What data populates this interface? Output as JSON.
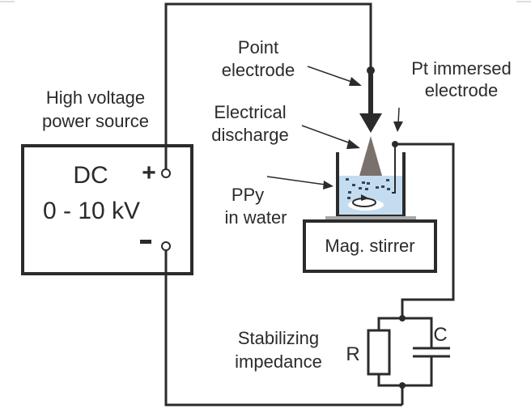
{
  "diagram": {
    "power_source": {
      "caption_line1": "High voltage",
      "caption_line2": "power source",
      "type": "DC",
      "range": "0 - 10 kV",
      "plus_symbol": "+",
      "minus_symbol": "−"
    },
    "labels": {
      "point_electrode_line1": "Point",
      "point_electrode_line2": "electrode",
      "discharge_line1": "Electrical",
      "discharge_line2": "discharge",
      "pt_electrode_line1": "Pt immersed",
      "pt_electrode_line2": "electrode",
      "ppy_line1": "PPy",
      "ppy_line2": "in water",
      "stirrer": "Mag. stirrer",
      "impedance_line1": "Stabilizing",
      "impedance_line2": "impedance",
      "resistor": "R",
      "capacitor": "C"
    },
    "colors": {
      "wire": "#2b2b2b",
      "water": "#c3dcf0",
      "discharge": "#7a706c",
      "stand": "#a9a9a9"
    }
  }
}
